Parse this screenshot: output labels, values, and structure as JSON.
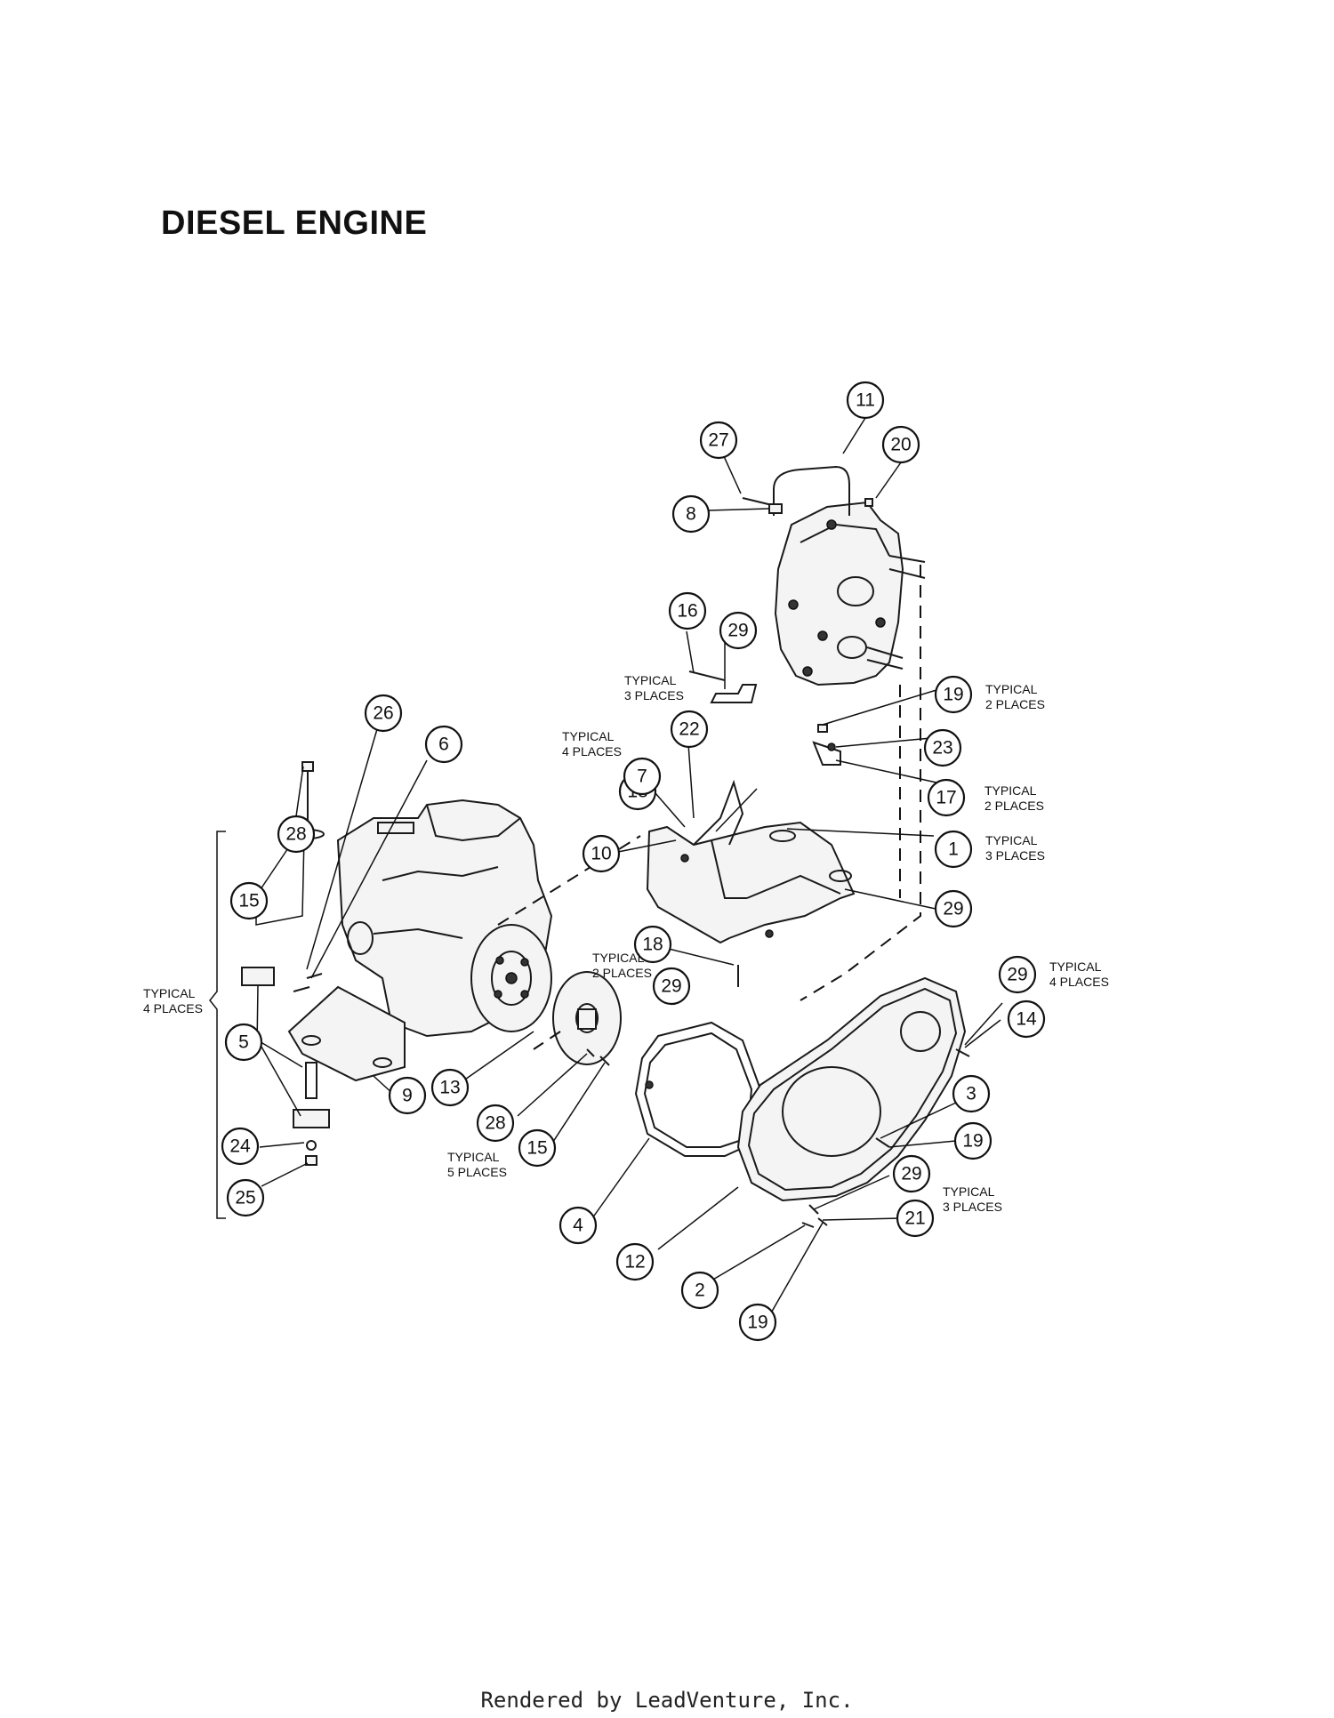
{
  "title": "DIESEL ENGINE",
  "footer": "Rendered by LeadVenture, Inc.",
  "callouts": [
    "11",
    "27",
    "20",
    "8",
    "16",
    "29",
    "19",
    "23",
    "17",
    "22",
    "18",
    "7",
    "1",
    "29",
    "10",
    "18",
    "29",
    "26",
    "6",
    "28",
    "15",
    "29",
    "14",
    "5",
    "3",
    "19",
    "13",
    "9",
    "24",
    "28",
    "15",
    "25",
    "29",
    "21",
    "4",
    "12",
    "2",
    "19"
  ],
  "notes": [
    [
      "TYPICAL",
      "3 PLACES"
    ],
    [
      "TYPICAL",
      "2 PLACES"
    ],
    [
      "TYPICAL",
      "4 PLACES"
    ],
    [
      "TYPICAL",
      "2 PLACES"
    ],
    [
      "TYPICAL",
      "3 PLACES"
    ],
    [
      "TYPICAL",
      "2 PLACES"
    ],
    [
      "TYPICAL",
      "4 PLACES"
    ],
    [
      "TYPICAL",
      "4 PLACES"
    ],
    [
      "TYPICAL",
      "5 PLACES"
    ],
    [
      "TYPICAL",
      "3 PLACES"
    ]
  ]
}
